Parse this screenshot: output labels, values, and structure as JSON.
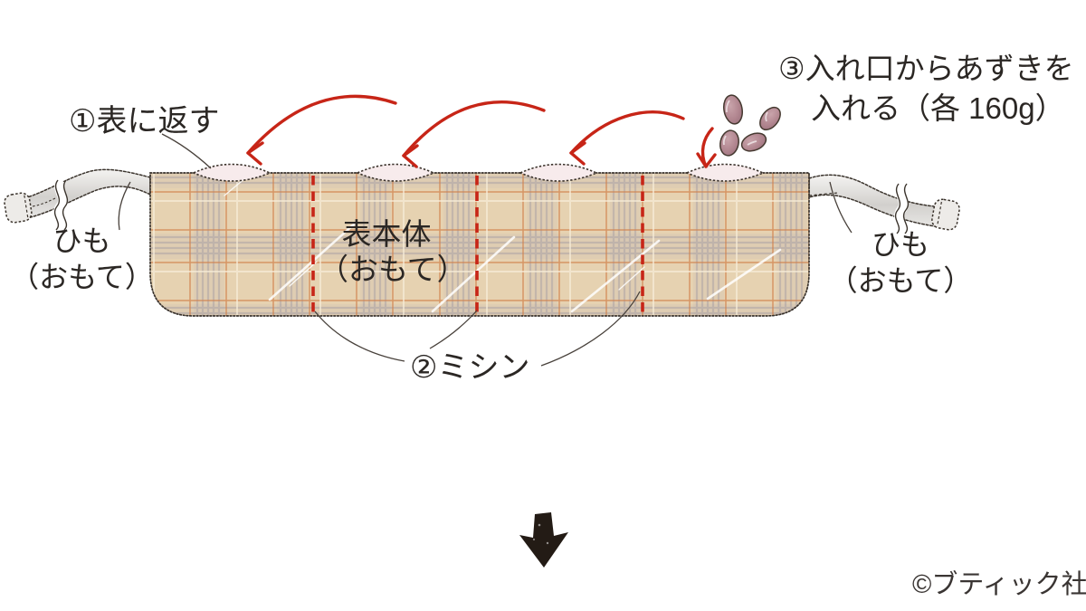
{
  "labels": {
    "step1": "①表に返す",
    "step2": "②ミシン",
    "step3_line1": "③入れ口からあずきを",
    "step3_line2": "入れる（各 160g）",
    "body_line1": "表本体",
    "body_line2": "（おもて）",
    "cord_left_line1": "ひも",
    "cord_left_line2": "（おもて）",
    "cord_right_line1": "ひも",
    "cord_right_line2": "（おもて）",
    "copyright": "©ブティック社"
  },
  "colors": {
    "ink": "#2b2724",
    "accent_red": "#c72517",
    "fabric_base": "#e6d2b1",
    "opening_pink": "#f7ebec",
    "bean": "#b1858f",
    "cord_gray": "#d6d4d1"
  },
  "icons": {
    "down_arrow_icon": "⬇",
    "feed_arrow_icon": "↙",
    "beans_icon": "azuki-beans"
  }
}
